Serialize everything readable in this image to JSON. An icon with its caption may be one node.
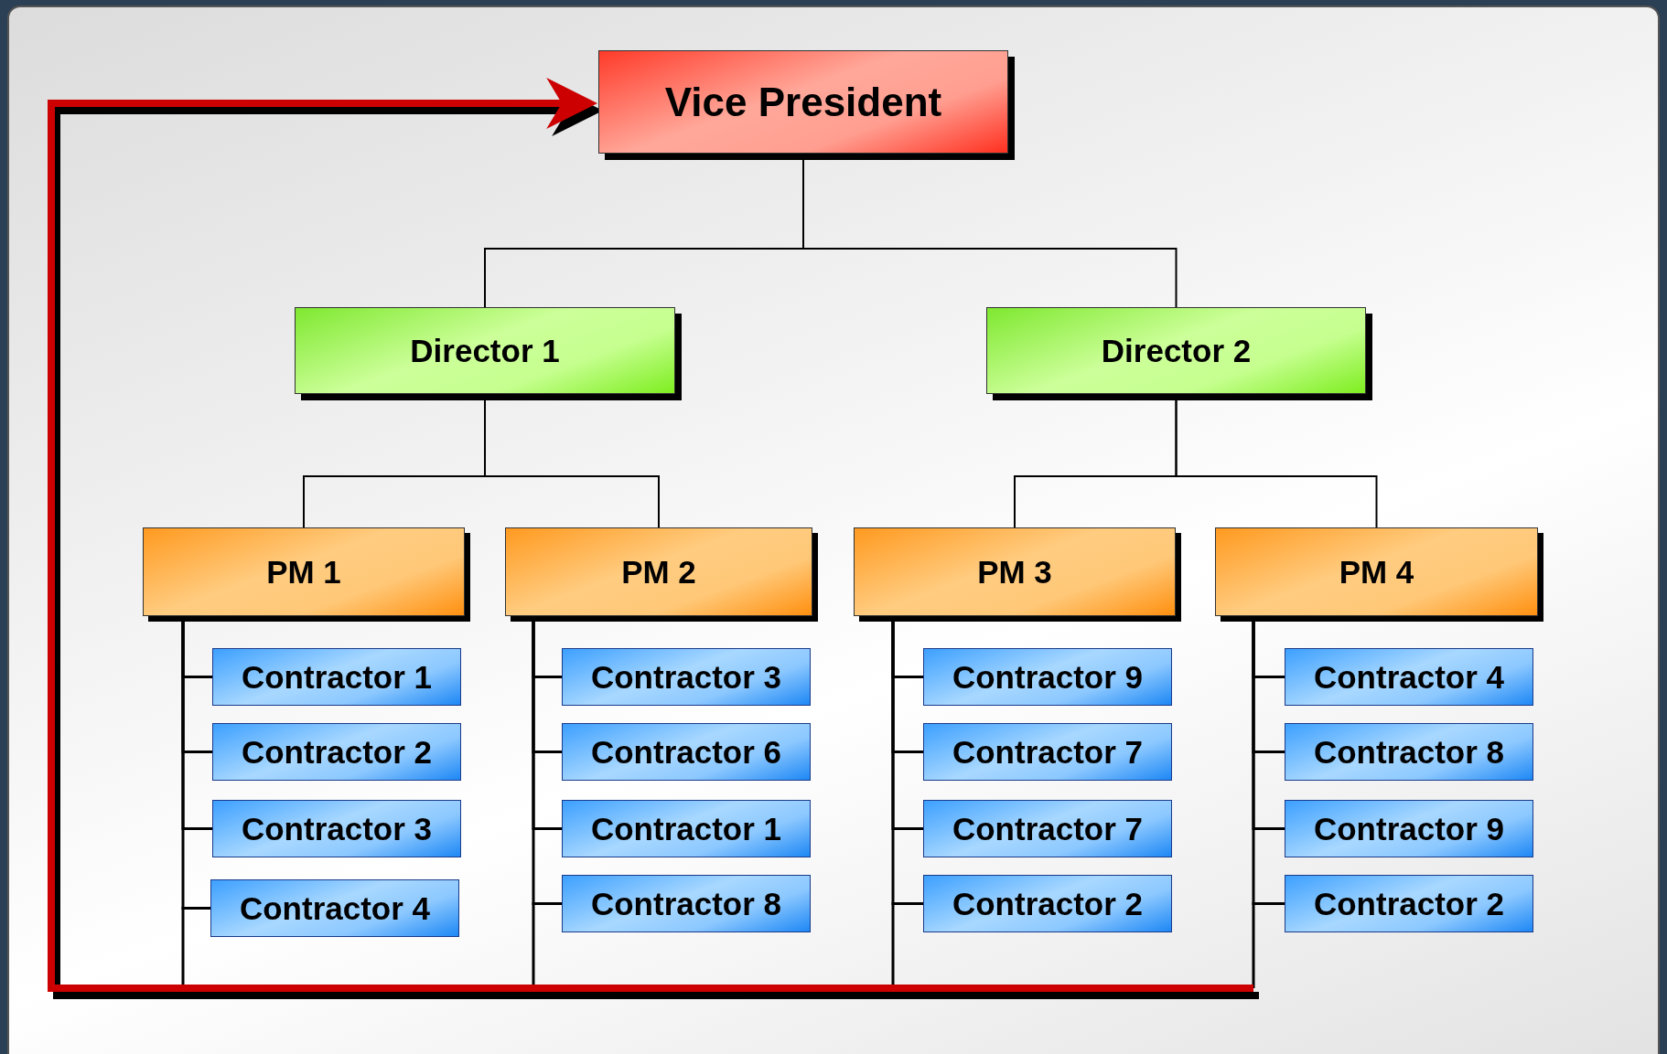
{
  "diagram": {
    "nodes": [
      {
        "text": [
          "Vice President"
        ]
      },
      {
        "text": [
          "Director 1"
        ]
      },
      {
        "text": [
          "Director 2"
        ]
      },
      {
        "text": [
          "PM 1"
        ]
      },
      {
        "text": [
          "PM 2"
        ]
      },
      {
        "text": [
          "PM 3"
        ]
      },
      {
        "text": [
          "PM 4"
        ]
      },
      {
        "text": [
          "Contractor 1"
        ]
      },
      {
        "text": [
          "Contractor 2"
        ]
      },
      {
        "text": [
          "Contractor 3"
        ]
      },
      {
        "text": [
          "Contractor 4"
        ]
      },
      {
        "text": [
          "Contractor 3"
        ]
      },
      {
        "text": [
          "Contractor 6"
        ]
      },
      {
        "text": [
          "Contractor 1"
        ]
      },
      {
        "text": [
          "Contractor 8"
        ]
      },
      {
        "text": [
          "Contractor 9"
        ]
      },
      {
        "text": [
          "Contractor 7"
        ]
      },
      {
        "text": [
          "Contractor 7"
        ]
      },
      {
        "text": [
          "Contractor 2"
        ]
      },
      {
        "text": [
          "Contractor 4"
        ]
      },
      {
        "text": [
          "Contractor 8"
        ]
      },
      {
        "text": [
          "Contractor 9"
        ]
      },
      {
        "text": [
          "Contractor 2"
        ]
      }
    ],
    "edges": [
      {
        "from": 0,
        "to": 1,
        "arrow": "none"
      },
      {
        "from": 0,
        "to": 2,
        "arrow": "none"
      },
      {
        "from": 1,
        "to": 3,
        "arrow": "none"
      },
      {
        "from": 1,
        "to": 4,
        "arrow": "none"
      },
      {
        "from": 2,
        "to": 5,
        "arrow": "none"
      },
      {
        "from": 2,
        "to": 6,
        "arrow": "none"
      },
      {
        "from": 3,
        "to": 7,
        "arrow": "none"
      },
      {
        "from": 3,
        "to": 8,
        "arrow": "none"
      },
      {
        "from": 3,
        "to": 9,
        "arrow": "none"
      },
      {
        "from": 3,
        "to": 10,
        "arrow": "none"
      },
      {
        "from": 4,
        "to": 11,
        "arrow": "none"
      },
      {
        "from": 4,
        "to": 12,
        "arrow": "none"
      },
      {
        "from": 4,
        "to": 13,
        "arrow": "none"
      },
      {
        "from": 4,
        "to": 14,
        "arrow": "none"
      },
      {
        "from": 5,
        "to": 15,
        "arrow": "none"
      },
      {
        "from": 5,
        "to": 16,
        "arrow": "none"
      },
      {
        "from": 5,
        "to": 17,
        "arrow": "none"
      },
      {
        "from": 5,
        "to": 18,
        "arrow": "none"
      },
      {
        "from": 6,
        "to": 19,
        "arrow": "none"
      },
      {
        "from": 6,
        "to": 20,
        "arrow": "none"
      },
      {
        "from": 6,
        "to": 21,
        "arrow": "none"
      },
      {
        "from": 6,
        "to": 22,
        "arrow": "none"
      },
      {
        "from": null,
        "to": 0,
        "arrow": "to",
        "style": "thick",
        "color": "#cc0000"
      }
    ]
  }
}
